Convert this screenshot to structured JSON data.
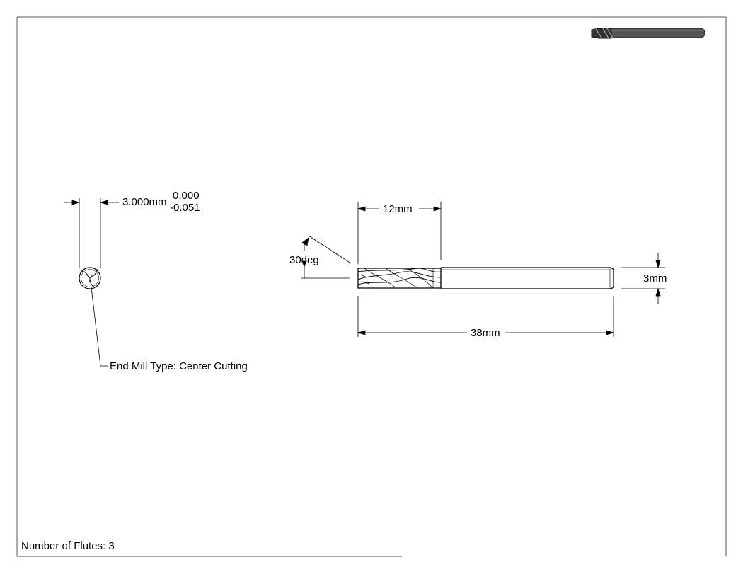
{
  "end_view": {
    "diameter_label": "3.000mm",
    "tolerance_upper": "0.000",
    "tolerance_lower": "-0.051",
    "callout": "End Mill Type: Center Cutting"
  },
  "side_view": {
    "flute_length_label": "12mm",
    "overall_length_label": "38mm",
    "shank_diameter_label": "3mm",
    "angle_label": "30deg"
  },
  "notes": {
    "flutes": "Number of Flutes: 3"
  },
  "colors": {
    "line": "#000000",
    "border": "#555555",
    "thumb_body": "#444444"
  }
}
